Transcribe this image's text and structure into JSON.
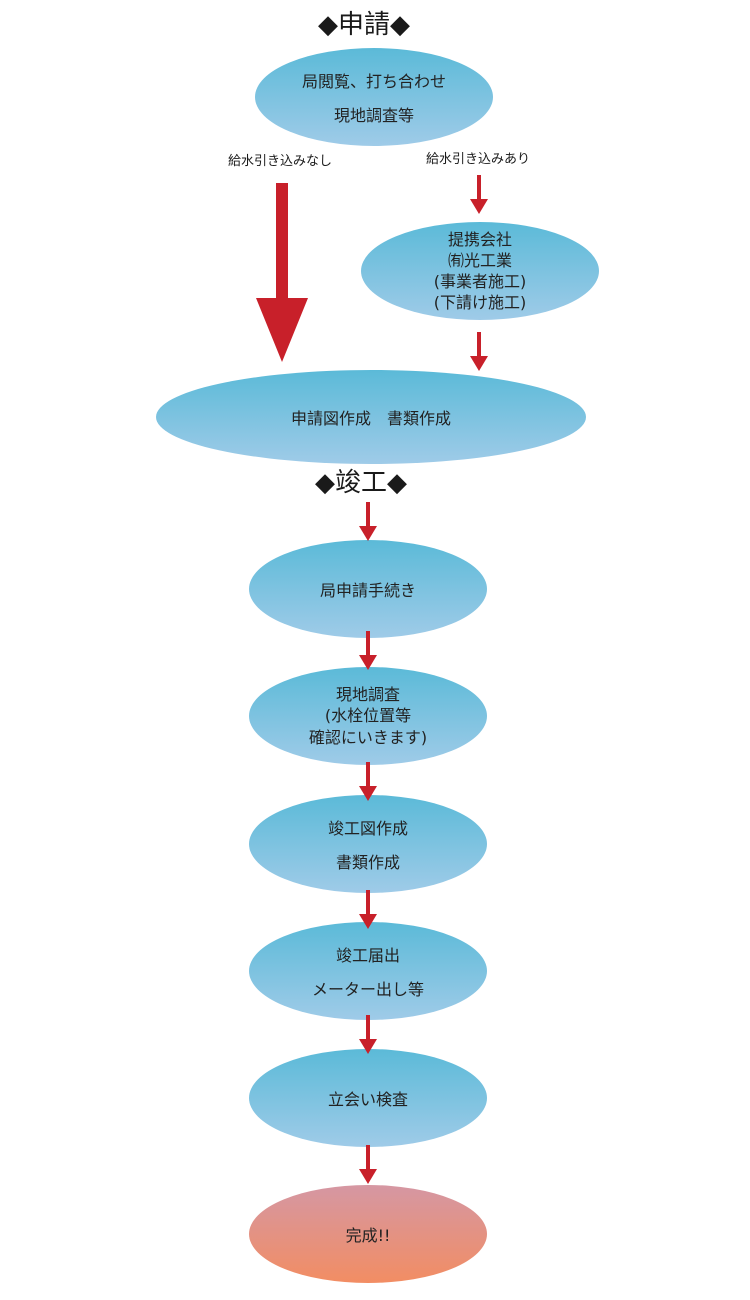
{
  "headings": {
    "application": "◆申請◆",
    "completion": "◆竣工◆"
  },
  "branches": {
    "no_intake": "給水引き込みなし",
    "with_intake": "給水引き込みあり"
  },
  "nodes": {
    "consult": [
      "局閲覧、打ち合わせ",
      "現地調査等"
    ],
    "partner": [
      "提携会社",
      "㈲光工業",
      "(事業者施工)",
      "(下請け施工)"
    ],
    "drawing": [
      "申請図作成　書類作成"
    ],
    "bureau_procedure": [
      "局申請手続き"
    ],
    "site_survey": [
      "現地調査",
      "(水栓位置等",
      "確認にいきます)"
    ],
    "completion_drawing": [
      "竣工図作成",
      "書類作成"
    ],
    "completion_report": [
      "竣工届出",
      "メーター出し等"
    ],
    "inspection": [
      "立会い検査"
    ],
    "done": [
      "完成!!"
    ]
  },
  "colors": {
    "arrow": "#c8202a",
    "node_top": "#5bbad8",
    "node_bottom": "#9fcbe8",
    "final_top": "#d597a3",
    "final_bottom": "#f28d63"
  }
}
